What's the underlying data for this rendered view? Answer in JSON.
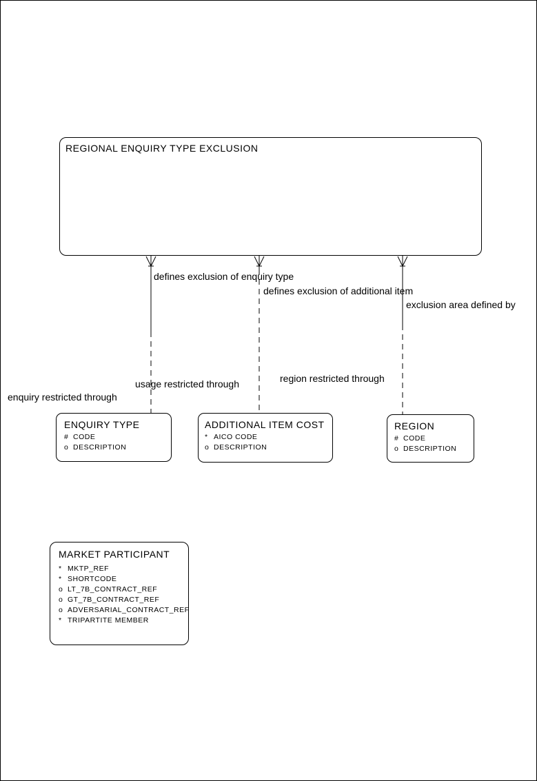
{
  "diagram": {
    "kind": "entity-relationship-diagram",
    "background_color": "#ffffff",
    "line_color": "#000000",
    "text_color": "#000000"
  },
  "entities": {
    "regional_enquiry_type_exclusion": {
      "title": "REGIONAL ENQUIRY TYPE EXCLUSION",
      "attributes": []
    },
    "enquiry_type": {
      "title": "ENQUIRY TYPE",
      "attributes": [
        {
          "marker": "#",
          "name": "CODE"
        },
        {
          "marker": "o",
          "name": "DESCRIPTION"
        }
      ]
    },
    "additional_item_cost": {
      "title": "ADDITIONAL ITEM COST",
      "attributes": [
        {
          "marker": "*",
          "name": "AICO CODE"
        },
        {
          "marker": "o",
          "name": "DESCRIPTION"
        }
      ]
    },
    "region": {
      "title": "REGION",
      "attributes": [
        {
          "marker": "#",
          "name": "CODE"
        },
        {
          "marker": "o",
          "name": "DESCRIPTION"
        }
      ]
    },
    "market_participant": {
      "title": "MARKET PARTICIPANT",
      "attributes": [
        {
          "marker": "*",
          "name": "MKTP_REF"
        },
        {
          "marker": "*",
          "name": "SHORTCODE"
        },
        {
          "marker": "o",
          "name": "LT_7B_CONTRACT_REF"
        },
        {
          "marker": "o",
          "name": "GT_7B_CONTRACT_REF"
        },
        {
          "marker": "o",
          "name": "ADVERSARIAL_CONTRACT_REF"
        },
        {
          "marker": "*",
          "name": "TRIPARTITE MEMBER"
        }
      ]
    }
  },
  "relationships": [
    {
      "from": "REGIONAL ENQUIRY TYPE EXCLUSION",
      "to": "ENQUIRY TYPE",
      "parent_label": "defines exclusion of enquiry type",
      "child_label": "enquiry restricted through",
      "parent_end": "many (crow's foot)",
      "line_style": "solid top, dashed bottom"
    },
    {
      "from": "REGIONAL ENQUIRY TYPE EXCLUSION",
      "to": "ADDITIONAL ITEM COST",
      "parent_label": "defines exclusion of additional item",
      "child_label": "usage restricted through",
      "parent_end": "many (crow's foot)",
      "line_style": "solid top, dashed bottom"
    },
    {
      "from": "REGIONAL ENQUIRY TYPE EXCLUSION",
      "to": "REGION",
      "parent_label": "exclusion area defined by",
      "child_label": "region restricted through",
      "parent_end": "many (crow's foot)",
      "line_style": "solid top, dashed bottom"
    }
  ]
}
